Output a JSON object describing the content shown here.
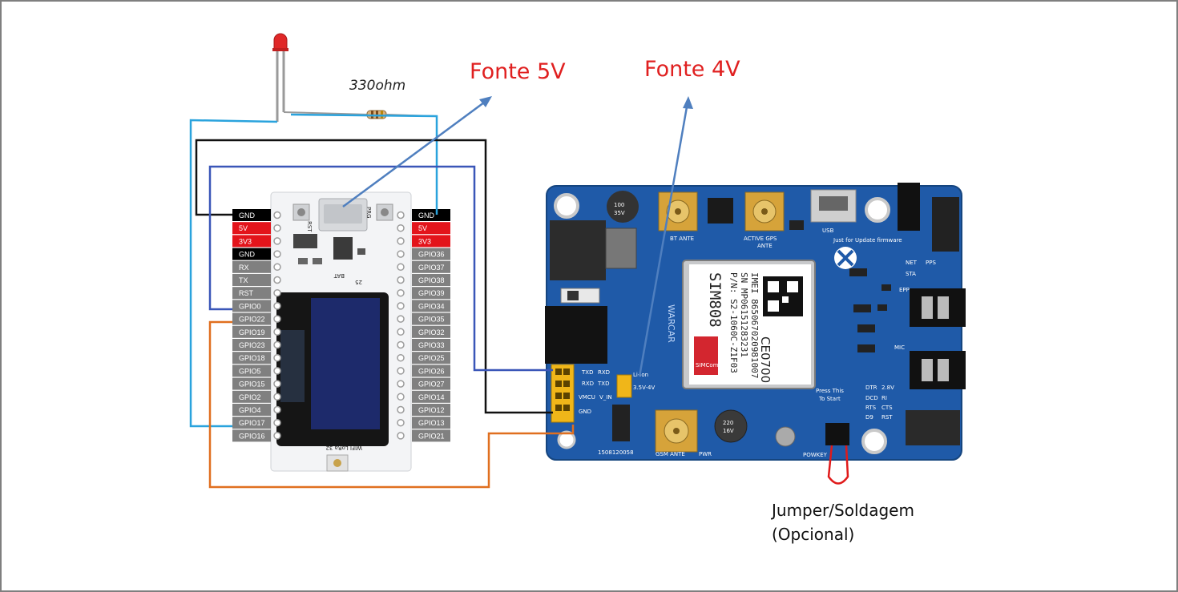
{
  "labels": {
    "fonte5v": "Fonte 5V",
    "fonte4v": "Fonte 4V",
    "resistor": "330ohm",
    "jumper_line1": "Jumper/Soldagem",
    "jumper_line2": "(Opcional)"
  },
  "esp32": {
    "board_text": "WIFI LoRa 32",
    "left_pins": [
      "GND",
      "5V",
      "3V3",
      "GND",
      "RX",
      "TX",
      "RST",
      "GPIO0",
      "GPIO22",
      "GPIO19",
      "GPIO23",
      "GPIO18",
      "GPIO5",
      "GPIO15",
      "GPIO2",
      "GPIO4",
      "GPIO17",
      "GPIO16"
    ],
    "right_pins": [
      "GND",
      "5V",
      "3V3",
      "GPIO36",
      "GPIO37",
      "GPIO38",
      "GPIO39",
      "GPIO34",
      "GPIO35",
      "GPIO32",
      "GPIO33",
      "GPIO25",
      "GPIO26",
      "GPIO27",
      "GPIO14",
      "GPIO12",
      "GPIO13",
      "GPIO21"
    ],
    "silk_rst": "RST",
    "silk_prg": "PRG",
    "silk_bat": "BAT",
    "silk_25": "25"
  },
  "sim": {
    "module_name": "SIM808",
    "module_line1": "P/N: S2-1060C-Z1F03",
    "module_line2": "SN MP06151283231",
    "module_line3": "IMEI 865067020981007",
    "ce": "CE0700",
    "simcom": "SIMCom",
    "warcar": "WARCAR",
    "gsm_ante": "GSM ANTE",
    "bt_ante": "BT ANTE",
    "active_gps": "ACTIVE GPS",
    "ante": "ANTE",
    "usb": "USB",
    "firmware": "Just for Update firmware",
    "txd": "TXD",
    "rxd": "RXD",
    "vmcu": "VMCU",
    "v_in": "V_IN",
    "gnd": "GND",
    "li_ion": "Li-ion",
    "v35": "3.5V-4V",
    "pwr": "PWR",
    "powkey": "POWKEY",
    "press": "Press This",
    "to_start": "To Start",
    "serial": "1508120058",
    "dtr": "DTR",
    "v28": "2.8V",
    "dcd": "DCD",
    "ri": "RI",
    "rts": "RTS",
    "cts": "CTS",
    "d9": "D9",
    "rst": "RST",
    "mic": "MIC",
    "epp": "EPP",
    "net": "NET",
    "pps": "PPS",
    "sta": "STA",
    "cap1": "100",
    "cap2": "35V",
    "cap3": "220",
    "cap4": "16V"
  }
}
